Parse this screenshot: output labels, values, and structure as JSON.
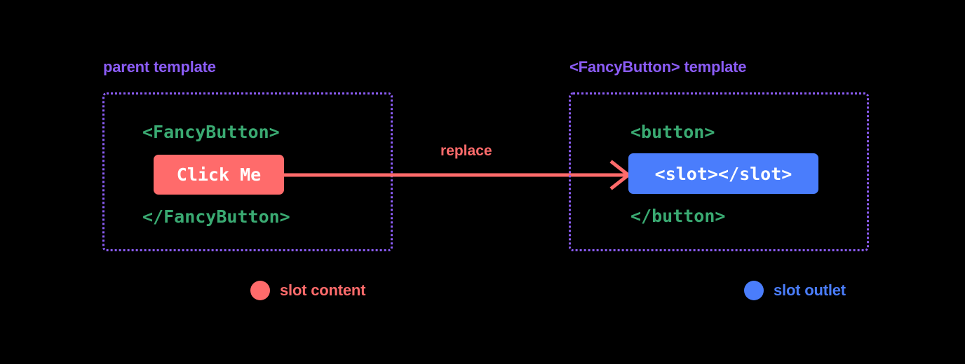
{
  "theme": {
    "background": "#000000",
    "accent_purple": "#8b5cf6",
    "code_green": "#3aaa72",
    "slot_content_color": "#ff6b6b",
    "slot_outlet_color": "#4a7dfc",
    "text_on_chip": "#ffffff"
  },
  "panels": {
    "parent": {
      "caption": "parent template",
      "open_tag": "<FancyButton>",
      "chip_label": "Click Me",
      "close_tag": "</FancyButton>"
    },
    "child": {
      "caption": "<FancyButton> template",
      "open_tag": "<button>",
      "chip_label": "<slot></slot>",
      "close_tag": "</button>"
    }
  },
  "arrow": {
    "label": "replace"
  },
  "legend": [
    {
      "label": "slot content",
      "color": "#ff6b6b"
    },
    {
      "label": "slot outlet",
      "color": "#4a7dfc"
    }
  ]
}
